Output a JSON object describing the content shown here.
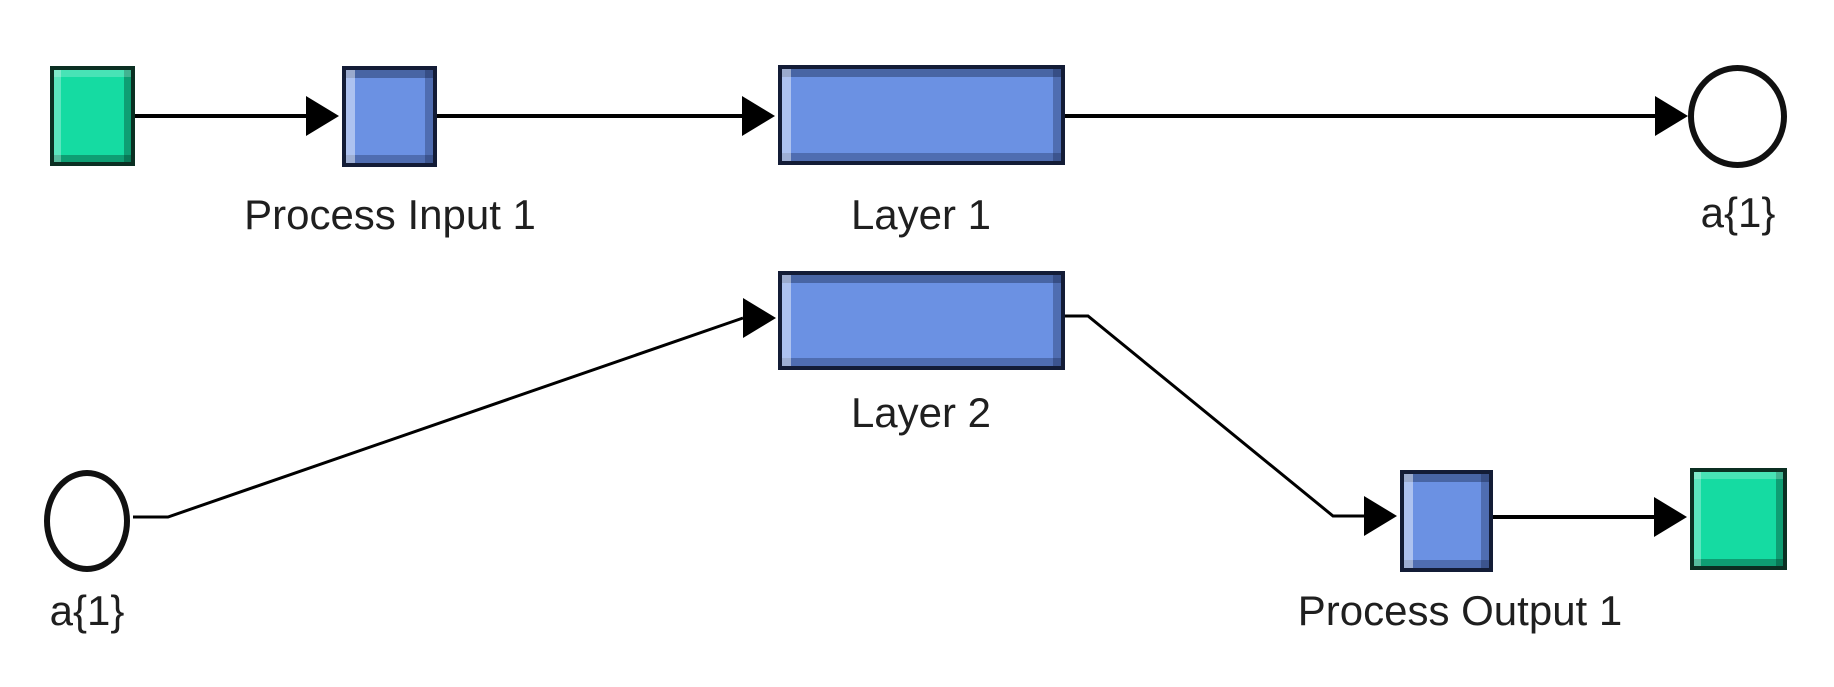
{
  "diagram": {
    "type": "simulink-neural-network-block-diagram",
    "nodes": {
      "input_square": {
        "kind": "source-port-square"
      },
      "process_input": {
        "label": "Process Input 1"
      },
      "layer1": {
        "label": "Layer 1"
      },
      "a1_top_port": {
        "label": "a{1}",
        "kind": "output-port-circle"
      },
      "a1_bottom_port": {
        "label": "a{1}",
        "kind": "input-port-circle"
      },
      "layer2": {
        "label": "Layer 2"
      },
      "process_output": {
        "label": "Process Output 1"
      },
      "output_square": {
        "kind": "sink-port-square"
      }
    },
    "connections": [
      {
        "from": "input_square",
        "to": "process_input"
      },
      {
        "from": "process_input",
        "to": "layer1"
      },
      {
        "from": "layer1",
        "to": "a1_top_port"
      },
      {
        "from": "a1_bottom_port",
        "to": "layer2"
      },
      {
        "from": "layer2",
        "to": "process_output"
      },
      {
        "from": "process_output",
        "to": "output_square"
      }
    ]
  },
  "colors": {
    "block_blue": "#6B91E3",
    "block_green": "#15DBA2",
    "line": "#000000",
    "port_fill": "#FFFFFF",
    "background": "#FFFFFF"
  }
}
